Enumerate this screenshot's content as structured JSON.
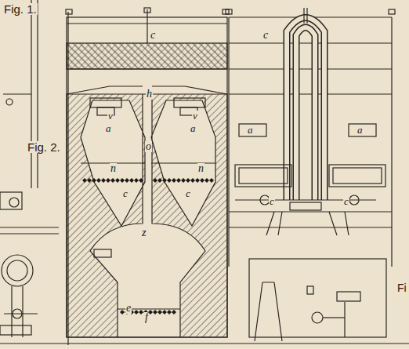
{
  "diagram": {
    "labels": [
      "Fig. 1.",
      "Fig. 2.",
      "c",
      "h",
      "v",
      "a",
      "o",
      "v",
      "a",
      "n",
      "n",
      "c",
      "c",
      "z",
      "e",
      "f",
      "c",
      "a",
      "a",
      "c",
      "c",
      "Fi"
    ]
  }
}
